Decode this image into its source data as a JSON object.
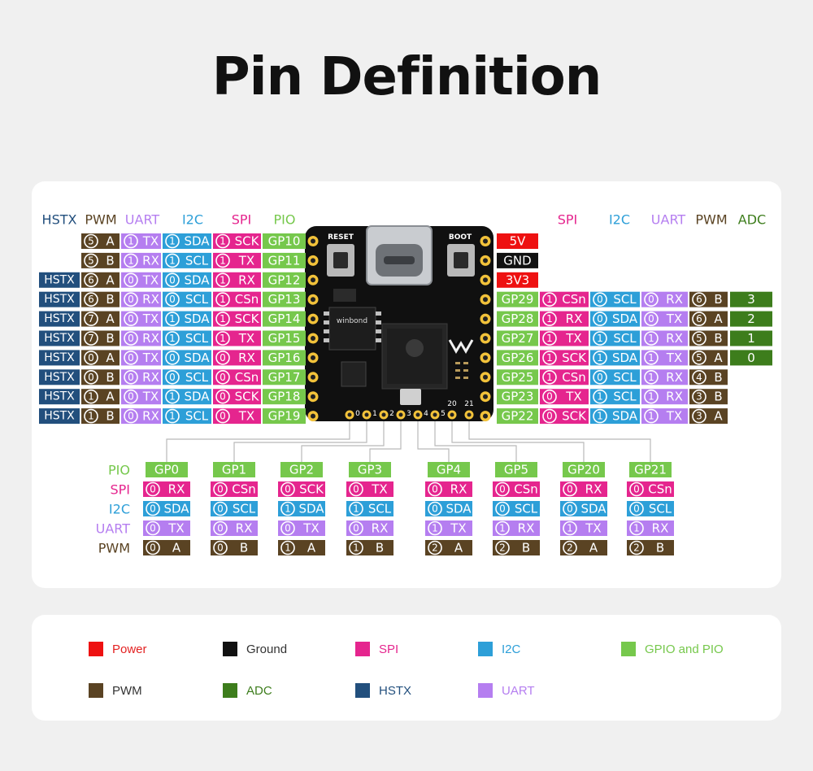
{
  "title": "Pin Definition",
  "colors": {
    "power": "#ee1111",
    "ground": "#111111",
    "spi": "#e5258e",
    "i2c": "#2d9fd8",
    "gpio": "#76c84c",
    "pwm": "#5a4323",
    "adc": "#3d7d1c",
    "hstx": "#224f7d",
    "uart": "#b57ef0"
  },
  "left_headers": [
    "HSTX",
    "PWM",
    "UART",
    "I2C",
    "SPI",
    "PIO"
  ],
  "right_headers": [
    "SPI",
    "I2C",
    "UART",
    "PWM",
    "ADC"
  ],
  "left_rows": [
    {
      "hstx": "",
      "pwm_n": "5",
      "pwm_ch": "A",
      "uart_n": "1",
      "uart_fn": "TX",
      "i2c_n": "1",
      "i2c_fn": "SDA",
      "spi_n": "1",
      "spi_fn": "SCK",
      "gp": "GP10"
    },
    {
      "hstx": "",
      "pwm_n": "5",
      "pwm_ch": "B",
      "uart_n": "1",
      "uart_fn": "RX",
      "i2c_n": "1",
      "i2c_fn": "SCL",
      "spi_n": "1",
      "spi_fn": "TX",
      "gp": "GP11"
    },
    {
      "hstx": "HSTX",
      "pwm_n": "6",
      "pwm_ch": "A",
      "uart_n": "0",
      "uart_fn": "TX",
      "i2c_n": "0",
      "i2c_fn": "SDA",
      "spi_n": "1",
      "spi_fn": "RX",
      "gp": "GP12"
    },
    {
      "hstx": "HSTX",
      "pwm_n": "6",
      "pwm_ch": "B",
      "uart_n": "0",
      "uart_fn": "RX",
      "i2c_n": "0",
      "i2c_fn": "SCL",
      "spi_n": "1",
      "spi_fn": "CSn",
      "gp": "GP13"
    },
    {
      "hstx": "HSTX",
      "pwm_n": "7",
      "pwm_ch": "A",
      "uart_n": "0",
      "uart_fn": "TX",
      "i2c_n": "1",
      "i2c_fn": "SDA",
      "spi_n": "1",
      "spi_fn": "SCK",
      "gp": "GP14"
    },
    {
      "hstx": "HSTX",
      "pwm_n": "7",
      "pwm_ch": "B",
      "uart_n": "0",
      "uart_fn": "RX",
      "i2c_n": "1",
      "i2c_fn": "SCL",
      "spi_n": "1",
      "spi_fn": "TX",
      "gp": "GP15"
    },
    {
      "hstx": "HSTX",
      "pwm_n": "0",
      "pwm_ch": "A",
      "uart_n": "0",
      "uart_fn": "TX",
      "i2c_n": "0",
      "i2c_fn": "SDA",
      "spi_n": "0",
      "spi_fn": "RX",
      "gp": "GP16"
    },
    {
      "hstx": "HSTX",
      "pwm_n": "0",
      "pwm_ch": "B",
      "uart_n": "0",
      "uart_fn": "RX",
      "i2c_n": "0",
      "i2c_fn": "SCL",
      "spi_n": "0",
      "spi_fn": "CSn",
      "gp": "GP17"
    },
    {
      "hstx": "HSTX",
      "pwm_n": "1",
      "pwm_ch": "A",
      "uart_n": "0",
      "uart_fn": "TX",
      "i2c_n": "1",
      "i2c_fn": "SDA",
      "spi_n": "0",
      "spi_fn": "SCK",
      "gp": "GP18"
    },
    {
      "hstx": "HSTX",
      "pwm_n": "1",
      "pwm_ch": "B",
      "uart_n": "0",
      "uart_fn": "RX",
      "i2c_n": "1",
      "i2c_fn": "SCL",
      "spi_n": "0",
      "spi_fn": "TX",
      "gp": "GP19"
    }
  ],
  "right_power_rows": [
    {
      "label": "5V",
      "kind": "power"
    },
    {
      "label": "GND",
      "kind": "ground"
    },
    {
      "label": "3V3",
      "kind": "power"
    }
  ],
  "right_rows": [
    {
      "gp": "GP29",
      "spi_n": "1",
      "spi_fn": "CSn",
      "i2c_n": "0",
      "i2c_fn": "SCL",
      "uart_n": "0",
      "uart_fn": "RX",
      "pwm_n": "6",
      "pwm_ch": "B",
      "adc": "3"
    },
    {
      "gp": "GP28",
      "spi_n": "1",
      "spi_fn": "RX",
      "i2c_n": "0",
      "i2c_fn": "SDA",
      "uart_n": "0",
      "uart_fn": "TX",
      "pwm_n": "6",
      "pwm_ch": "A",
      "adc": "2"
    },
    {
      "gp": "GP27",
      "spi_n": "1",
      "spi_fn": "TX",
      "i2c_n": "1",
      "i2c_fn": "SCL",
      "uart_n": "1",
      "uart_fn": "RX",
      "pwm_n": "5",
      "pwm_ch": "B",
      "adc": "1"
    },
    {
      "gp": "GP26",
      "spi_n": "1",
      "spi_fn": "SCK",
      "i2c_n": "1",
      "i2c_fn": "SDA",
      "uart_n": "1",
      "uart_fn": "TX",
      "pwm_n": "5",
      "pwm_ch": "A",
      "adc": "0"
    },
    {
      "gp": "GP25",
      "spi_n": "1",
      "spi_fn": "CSn",
      "i2c_n": "0",
      "i2c_fn": "SCL",
      "uart_n": "1",
      "uart_fn": "RX",
      "pwm_n": "4",
      "pwm_ch": "B",
      "adc": ""
    },
    {
      "gp": "GP23",
      "spi_n": "0",
      "spi_fn": "TX",
      "i2c_n": "1",
      "i2c_fn": "SCL",
      "uart_n": "1",
      "uart_fn": "RX",
      "pwm_n": "3",
      "pwm_ch": "B",
      "adc": ""
    },
    {
      "gp": "GP22",
      "spi_n": "0",
      "spi_fn": "SCK",
      "i2c_n": "1",
      "i2c_fn": "SDA",
      "uart_n": "1",
      "uart_fn": "TX",
      "pwm_n": "3",
      "pwm_ch": "A",
      "adc": ""
    }
  ],
  "bottom_row_labels": [
    "PIO",
    "SPI",
    "I2C",
    "UART",
    "PWM"
  ],
  "bottom_columns": [
    {
      "gp": "GP0",
      "spi_n": "0",
      "spi_fn": "RX",
      "i2c_n": "0",
      "i2c_fn": "SDA",
      "uart_n": "0",
      "uart_fn": "TX",
      "pwm_n": "0",
      "pwm_ch": "A"
    },
    {
      "gp": "GP1",
      "spi_n": "0",
      "spi_fn": "CSn",
      "i2c_n": "0",
      "i2c_fn": "SCL",
      "uart_n": "0",
      "uart_fn": "RX",
      "pwm_n": "0",
      "pwm_ch": "B"
    },
    {
      "gp": "GP2",
      "spi_n": "0",
      "spi_fn": "SCK",
      "i2c_n": "1",
      "i2c_fn": "SDA",
      "uart_n": "0",
      "uart_fn": "TX",
      "pwm_n": "1",
      "pwm_ch": "A"
    },
    {
      "gp": "GP3",
      "spi_n": "0",
      "spi_fn": "TX",
      "i2c_n": "1",
      "i2c_fn": "SCL",
      "uart_n": "0",
      "uart_fn": "RX",
      "pwm_n": "1",
      "pwm_ch": "B"
    },
    {
      "gp": "GP4",
      "spi_n": "0",
      "spi_fn": "RX",
      "i2c_n": "0",
      "i2c_fn": "SDA",
      "uart_n": "1",
      "uart_fn": "TX",
      "pwm_n": "2",
      "pwm_ch": "A"
    },
    {
      "gp": "GP5",
      "spi_n": "0",
      "spi_fn": "CSn",
      "i2c_n": "0",
      "i2c_fn": "SCL",
      "uart_n": "1",
      "uart_fn": "RX",
      "pwm_n": "2",
      "pwm_ch": "B"
    },
    {
      "gp": "GP20",
      "spi_n": "0",
      "spi_fn": "RX",
      "i2c_n": "0",
      "i2c_fn": "SDA",
      "uart_n": "1",
      "uart_fn": "TX",
      "pwm_n": "2",
      "pwm_ch": "A"
    },
    {
      "gp": "GP21",
      "spi_n": "0",
      "spi_fn": "CSn",
      "i2c_n": "0",
      "i2c_fn": "SCL",
      "uart_n": "1",
      "uart_fn": "RX",
      "pwm_n": "2",
      "pwm_ch": "B"
    }
  ],
  "board": {
    "reset_label": "RESET",
    "boot_label": "BOOT",
    "flash_label": "winbond",
    "bottom_pin_numbers": [
      "0",
      "1",
      "2",
      "3",
      "4",
      "5",
      "20",
      "21"
    ]
  },
  "legend": [
    {
      "label": "Power",
      "kind": "power"
    },
    {
      "label": "Ground",
      "kind": "ground"
    },
    {
      "label": "SPI",
      "kind": "spi"
    },
    {
      "label": "I2C",
      "kind": "i2c"
    },
    {
      "label": "GPIO and PIO",
      "kind": "gpio"
    },
    {
      "label": "PWM",
      "kind": "pwm"
    },
    {
      "label": "ADC",
      "kind": "adc"
    },
    {
      "label": "HSTX",
      "kind": "hstx"
    },
    {
      "label": "UART",
      "kind": "uart"
    }
  ]
}
